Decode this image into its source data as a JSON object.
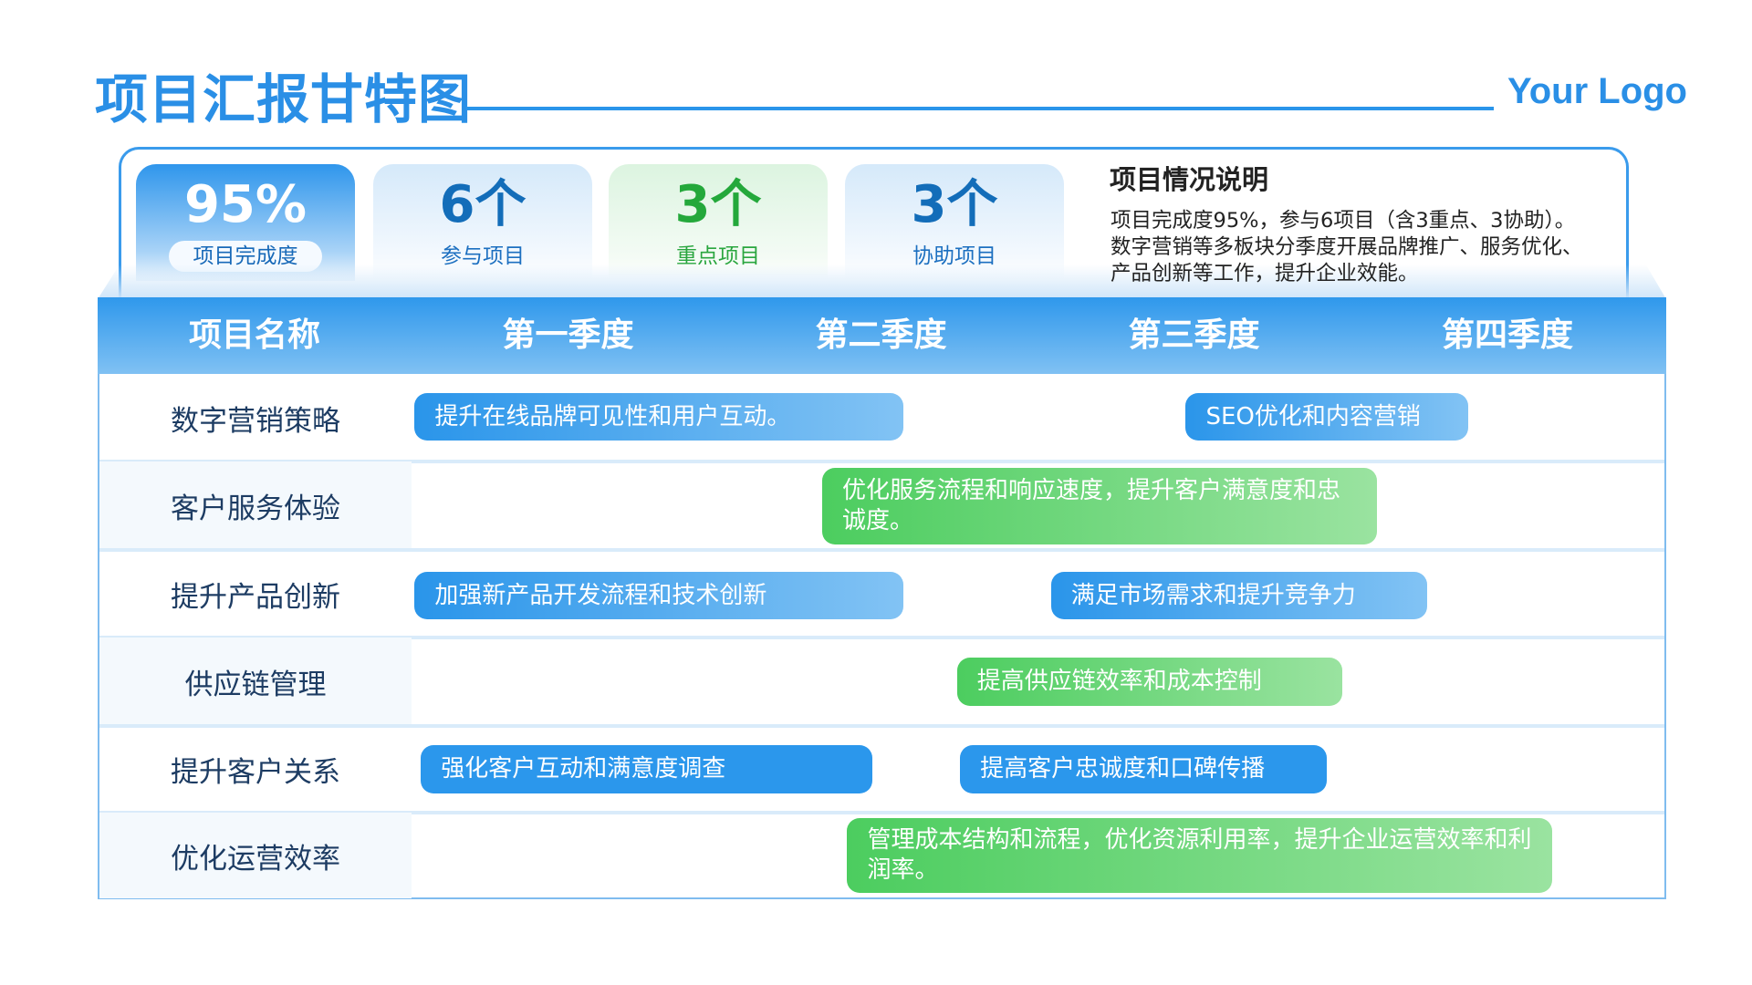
{
  "header": {
    "title": "项目汇报甘特图",
    "logo": "Your Logo"
  },
  "stats": [
    {
      "value": "95%",
      "label": "项目完成度"
    },
    {
      "value": "6个",
      "label": "参与项目"
    },
    {
      "value": "3个",
      "label": "重点项目"
    },
    {
      "value": "3个",
      "label": "协助项目"
    }
  ],
  "description": {
    "title": "项目情况说明",
    "lines": [
      "项目完成度95%，参与6项目（含3重点、3协助）。",
      "数字营销等多板块分季度开展品牌推广、服务优化、",
      "产品创新等工作，提升企业效能。"
    ]
  },
  "table": {
    "headers": [
      "项目名称",
      "第一季度",
      "第二季度",
      "第三季度",
      "第四季度"
    ],
    "rows": [
      {
        "name": "数字营销策略",
        "bars": [
          {
            "text": "提升在线品牌可见性和用户互动。",
            "start": 0.01,
            "end": 1.57,
            "style": "blue"
          },
          {
            "text": "SEO优化和内容营销",
            "start": 2.47,
            "end": 3.37,
            "style": "blue"
          }
        ]
      },
      {
        "name": "客户服务体验",
        "bars": [
          {
            "text": "优化服务流程和响应速度，提升客户满意度和忠诚度。",
            "start": 1.31,
            "end": 3.08,
            "style": "green"
          }
        ]
      },
      {
        "name": "提升产品创新",
        "bars": [
          {
            "text": "加强新产品开发流程和技术创新",
            "start": 0.01,
            "end": 1.57,
            "style": "blue"
          },
          {
            "text": "满足市场需求和提升竞争力",
            "start": 2.04,
            "end": 3.24,
            "style": "blue"
          }
        ]
      },
      {
        "name": "供应链管理",
        "bars": [
          {
            "text": "提高供应链效率和成本控制",
            "start": 1.74,
            "end": 2.97,
            "style": "green"
          }
        ]
      },
      {
        "name": "提升客户关系",
        "bars": [
          {
            "text": "强化客户互动和满意度调查",
            "start": 0.03,
            "end": 1.47,
            "style": "solid"
          },
          {
            "text": "提高客户忠诚度和口碑传播",
            "start": 1.75,
            "end": 2.92,
            "style": "solid"
          }
        ]
      },
      {
        "name": "优化运营效率",
        "bars": [
          {
            "text": "管理成本结构和流程，优化资源利用率，提升企业运营效率和利润率。",
            "start": 1.39,
            "end": 3.64,
            "style": "green"
          }
        ]
      }
    ]
  },
  "colors": {
    "primary": "#2a95ea",
    "green": "#4ccd5f",
    "navy": "#1d3c63"
  }
}
